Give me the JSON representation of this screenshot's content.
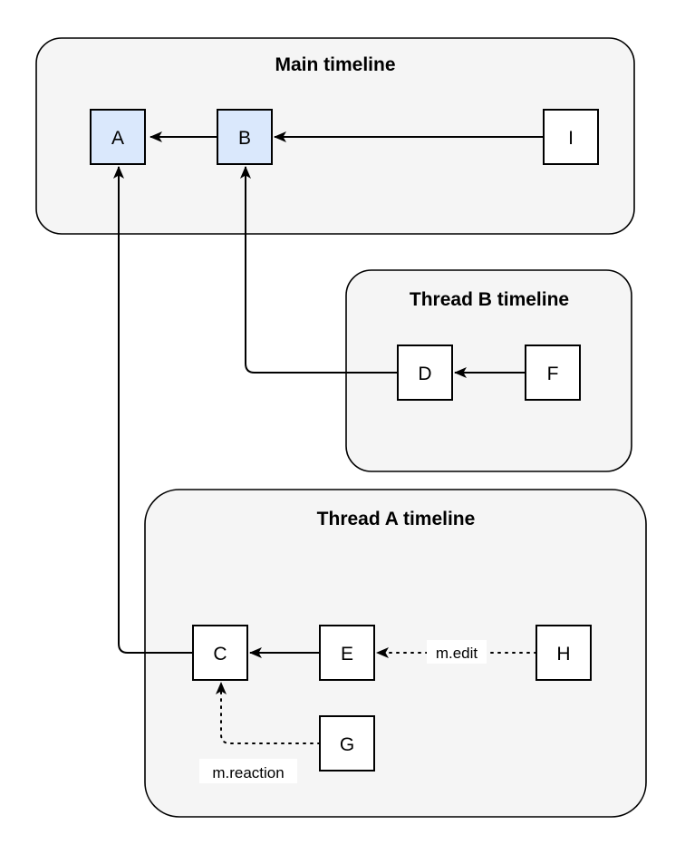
{
  "colors": {
    "background": "#ffffff",
    "container_fill": "#f5f5f5",
    "container_stroke": "#000000",
    "node_fill": "#ffffff",
    "node_highlight_fill": "#dae8fc",
    "node_stroke": "#000000",
    "edge_color": "#000000",
    "edge_label_bg": "#ffffff"
  },
  "containers": [
    {
      "id": "main-timeline",
      "title": "Main timeline"
    },
    {
      "id": "thread-b-timeline",
      "title": "Thread B timeline"
    },
    {
      "id": "thread-a-timeline",
      "title": "Thread A timeline"
    }
  ],
  "nodes": [
    {
      "id": "A",
      "label": "A",
      "highlighted": true,
      "container": "main-timeline"
    },
    {
      "id": "B",
      "label": "B",
      "highlighted": true,
      "container": "main-timeline"
    },
    {
      "id": "I",
      "label": "I",
      "highlighted": false,
      "container": "main-timeline"
    },
    {
      "id": "D",
      "label": "D",
      "highlighted": false,
      "container": "thread-b-timeline"
    },
    {
      "id": "F",
      "label": "F",
      "highlighted": false,
      "container": "thread-b-timeline"
    },
    {
      "id": "C",
      "label": "C",
      "highlighted": false,
      "container": "thread-a-timeline"
    },
    {
      "id": "E",
      "label": "E",
      "highlighted": false,
      "container": "thread-a-timeline"
    },
    {
      "id": "H",
      "label": "H",
      "highlighted": false,
      "container": "thread-a-timeline"
    },
    {
      "id": "G",
      "label": "G",
      "highlighted": false,
      "container": "thread-a-timeline"
    }
  ],
  "edges": [
    {
      "from": "B",
      "to": "A",
      "style": "solid",
      "label": ""
    },
    {
      "from": "I",
      "to": "B",
      "style": "solid",
      "label": ""
    },
    {
      "from": "F",
      "to": "D",
      "style": "solid",
      "label": ""
    },
    {
      "from": "D",
      "to": "B",
      "style": "solid",
      "label": ""
    },
    {
      "from": "E",
      "to": "C",
      "style": "solid",
      "label": ""
    },
    {
      "from": "C",
      "to": "A",
      "style": "solid",
      "label": ""
    },
    {
      "from": "H",
      "to": "E",
      "style": "dotted",
      "label": "m.edit"
    },
    {
      "from": "G",
      "to": "C",
      "style": "dotted",
      "label": "m.reaction"
    }
  ]
}
